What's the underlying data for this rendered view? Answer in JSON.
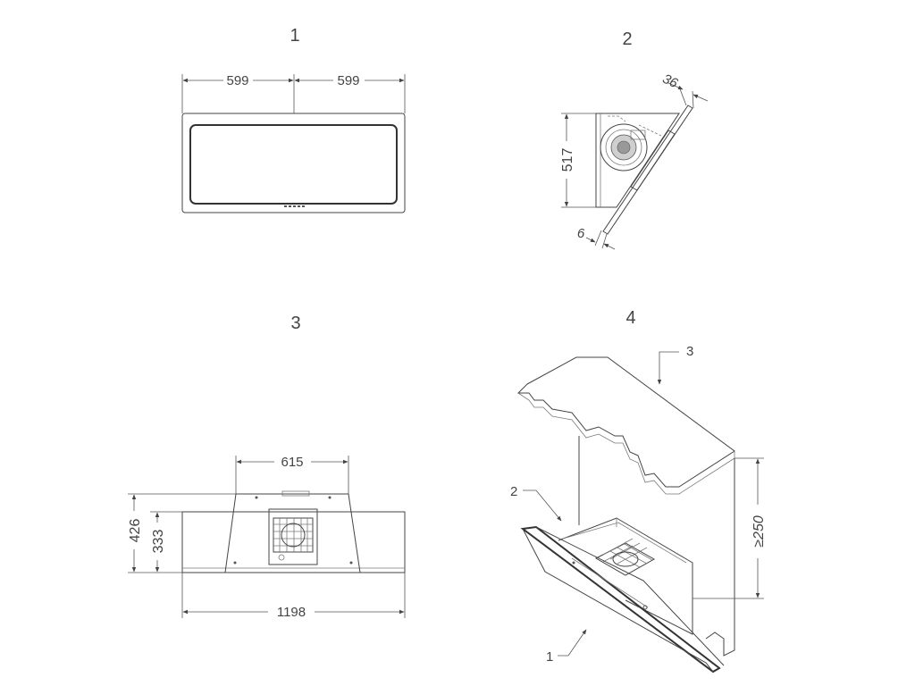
{
  "views": [
    {
      "number": "1"
    },
    {
      "number": "2"
    },
    {
      "number": "3"
    },
    {
      "number": "4"
    }
  ],
  "dimensions": {
    "view1": {
      "left_width": "599",
      "right_width": "599"
    },
    "view2": {
      "height": "517",
      "top_thickness": "36",
      "bottom_thickness": "6"
    },
    "view3": {
      "top_width": "615",
      "total_width": "1198",
      "total_height": "426",
      "body_height": "333"
    },
    "view4": {
      "min_clearance": "≥250"
    }
  },
  "callouts": {
    "c1": "1",
    "c2": "2",
    "c3": "3"
  },
  "colors": {
    "line": "#444444",
    "text": "#444444",
    "background": "#ffffff"
  }
}
